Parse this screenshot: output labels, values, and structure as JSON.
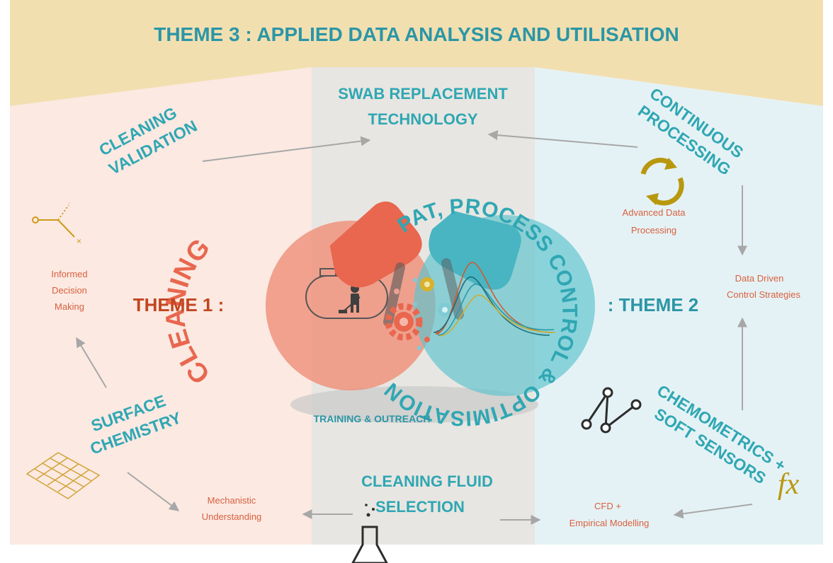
{
  "header": {
    "title": "THEME 3 : APPLIED DATA ANALYSIS AND UTILISATION"
  },
  "center": {
    "theme1_label": "THEME 1 :",
    "theme1_name": "CLEANING",
    "theme2_label": ": THEME 2",
    "theme2_name": "PAT, PROCESS CONTROL & OPTIMISATION",
    "training": "TRAINING & OUTREACH"
  },
  "topics": {
    "swab": [
      "SWAB REPLACEMENT",
      "TECHNOLOGY"
    ],
    "cleaning_validation": [
      "CLEANING",
      "VALIDATION"
    ],
    "continuous_processing": [
      "CONTINUOUS",
      "PROCESSING"
    ],
    "surface_chemistry": [
      "SURFACE",
      "CHEMISTRY"
    ],
    "chemometrics": [
      "CHEMOMETRICS +",
      "SOFT SENSORS"
    ],
    "cleaning_fluid": [
      "CLEANING FLUID",
      "SELECTION"
    ]
  },
  "outcomes": {
    "informed_decision": [
      "Informed",
      "Decision",
      "Making"
    ],
    "advanced_data": [
      "Advanced Data",
      "Processing"
    ],
    "data_driven": [
      "Data Driven",
      "Control Strategies"
    ],
    "mechanistic": [
      "Mechanistic",
      "Understanding"
    ],
    "cfd": [
      "CFD +",
      "Empirical Modelling"
    ]
  },
  "icons": {
    "fx_symbol": "fx"
  },
  "colors": {
    "teal": "#2fa7b3",
    "salmon": "#ef7b62",
    "darkred": "#c2461f",
    "orange_text": "#d9603e",
    "gold": "#b8980f"
  }
}
